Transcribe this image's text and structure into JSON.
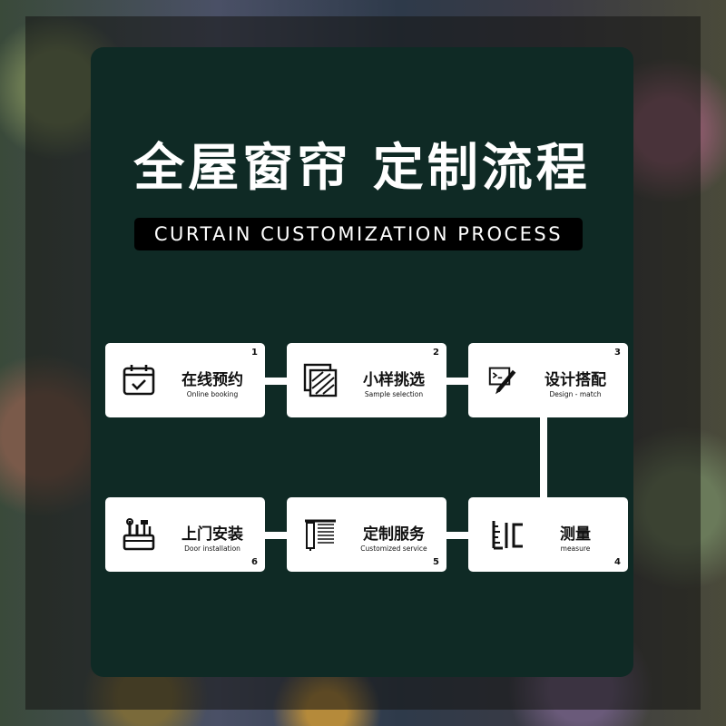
{
  "title": "全屋窗帘 定制流程",
  "subtitle": "CURTAIN CUSTOMIZATION PROCESS",
  "steps": [
    {
      "num": "1",
      "cn": "在线预约",
      "en": "Online booking",
      "icon": "calendar-check-icon"
    },
    {
      "num": "2",
      "cn": "小样挑选",
      "en": "Sample selection",
      "icon": "fabric-sample-icon"
    },
    {
      "num": "3",
      "cn": "设计搭配",
      "en": "Design - match",
      "icon": "design-pen-icon"
    },
    {
      "num": "4",
      "cn": "测量",
      "en": "measure",
      "icon": "ruler-icon"
    },
    {
      "num": "5",
      "cn": "定制服务",
      "en": "Customized service",
      "icon": "curtain-icon"
    },
    {
      "num": "6",
      "cn": "上门安装",
      "en": "Door installation",
      "icon": "toolbox-icon"
    }
  ]
}
